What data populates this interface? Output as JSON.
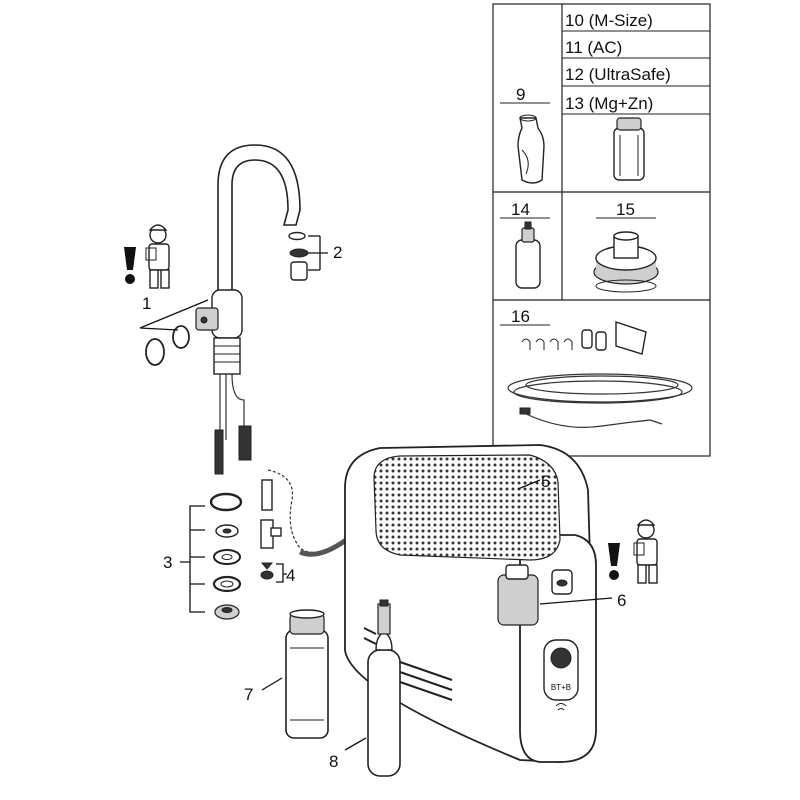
{
  "callouts": {
    "c1": "1",
    "c2": "2",
    "c3": "3",
    "c4": "4",
    "c5": "5",
    "c6": "6",
    "c7": "7",
    "c8": "8"
  },
  "table": {
    "c9": "9",
    "c10": "10 (M-Size)",
    "c11": "11 (AC)",
    "c12": "12 (UltraSafe)",
    "c13": "13 (Mg+Zn)",
    "c14": "14",
    "c15": "15",
    "c16": "16"
  },
  "panel": {
    "badge_text": "BT+B"
  },
  "icons": {
    "warning": "exclamation-warning-icon",
    "installer": "installer-figure-icon"
  }
}
